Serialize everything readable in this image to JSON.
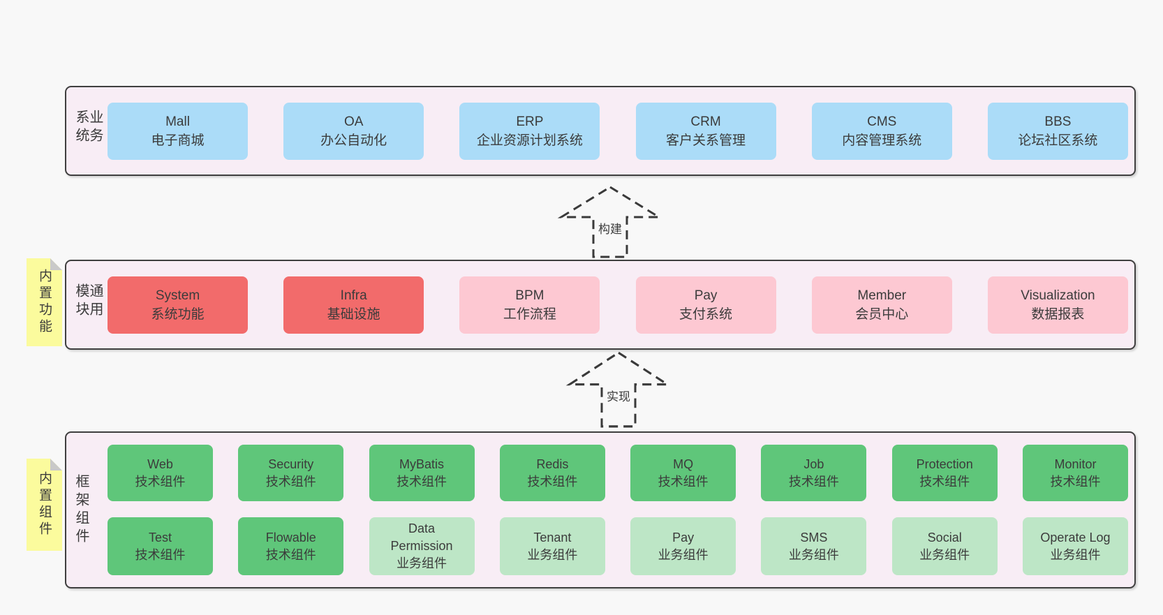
{
  "colors": {
    "pageBg": "#f8f8f8",
    "layerBg": "#f8edf5",
    "border": "#3f3f3f",
    "text": "#3b3b3b",
    "blue": "#abdcf8",
    "red": "#f26b6b",
    "pink": "#fdc8d2",
    "green": "#5fc67a",
    "lightgreen": "#bde6c6",
    "yellow": "#fbfb9d",
    "fold": "#c9c9c9",
    "arrow": "#3a3a3a"
  },
  "diagram": {
    "arrows": [
      {
        "label": "构建"
      },
      {
        "label": "实现"
      }
    ],
    "layers": [
      {
        "label": "业务系统",
        "side_note": "",
        "rows": [
          [
            {
              "name": "Mall",
              "desc": "电子商城",
              "variant": "blue"
            },
            {
              "name": "OA",
              "desc": "办公自动化",
              "variant": "blue"
            },
            {
              "name": "ERP",
              "desc": "企业资源计划系统",
              "variant": "blue"
            },
            {
              "name": "CRM",
              "desc": "客户关系管理",
              "variant": "blue"
            },
            {
              "name": "CMS",
              "desc": "内容管理系统",
              "variant": "blue"
            },
            {
              "name": "BBS",
              "desc": "论坛社区系统",
              "variant": "blue"
            }
          ]
        ]
      },
      {
        "label": "通用模块",
        "side_note": "内置功能",
        "rows": [
          [
            {
              "name": "System",
              "desc": "系统功能",
              "variant": "red"
            },
            {
              "name": "Infra",
              "desc": "基础设施",
              "variant": "red"
            },
            {
              "name": "BPM",
              "desc": "工作流程",
              "variant": "pink"
            },
            {
              "name": "Pay",
              "desc": "支付系统",
              "variant": "pink"
            },
            {
              "name": "Member",
              "desc": "会员中心",
              "variant": "pink"
            },
            {
              "name": "Visualization",
              "desc": "数据报表",
              "variant": "pink"
            }
          ]
        ]
      },
      {
        "label": "框架组件",
        "side_note": "内置组件",
        "rows": [
          [
            {
              "name": "Web",
              "desc": "技术组件",
              "variant": "green"
            },
            {
              "name": "Security",
              "desc": "技术组件",
              "variant": "green"
            },
            {
              "name": "MyBatis",
              "desc": "技术组件",
              "variant": "green"
            },
            {
              "name": "Redis",
              "desc": "技术组件",
              "variant": "green"
            },
            {
              "name": "MQ",
              "desc": "技术组件",
              "variant": "green"
            },
            {
              "name": "Job",
              "desc": "技术组件",
              "variant": "green"
            },
            {
              "name": "Protection",
              "desc": "技术组件",
              "variant": "green"
            },
            {
              "name": "Monitor",
              "desc": "技术组件",
              "variant": "green"
            }
          ],
          [
            {
              "name": "Test",
              "desc": "技术组件",
              "variant": "green"
            },
            {
              "name": "Flowable",
              "desc": "技术组件",
              "variant": "green"
            },
            {
              "name": "Data Permission",
              "desc": "业务组件",
              "variant": "lightgreen"
            },
            {
              "name": "Tenant",
              "desc": "业务组件",
              "variant": "lightgreen"
            },
            {
              "name": "Pay",
              "desc": "业务组件",
              "variant": "lightgreen"
            },
            {
              "name": "SMS",
              "desc": "业务组件",
              "variant": "lightgreen"
            },
            {
              "name": "Social",
              "desc": "业务组件",
              "variant": "lightgreen"
            },
            {
              "name": "Operate Log",
              "desc": "业务组件",
              "variant": "lightgreen"
            }
          ]
        ]
      }
    ]
  }
}
